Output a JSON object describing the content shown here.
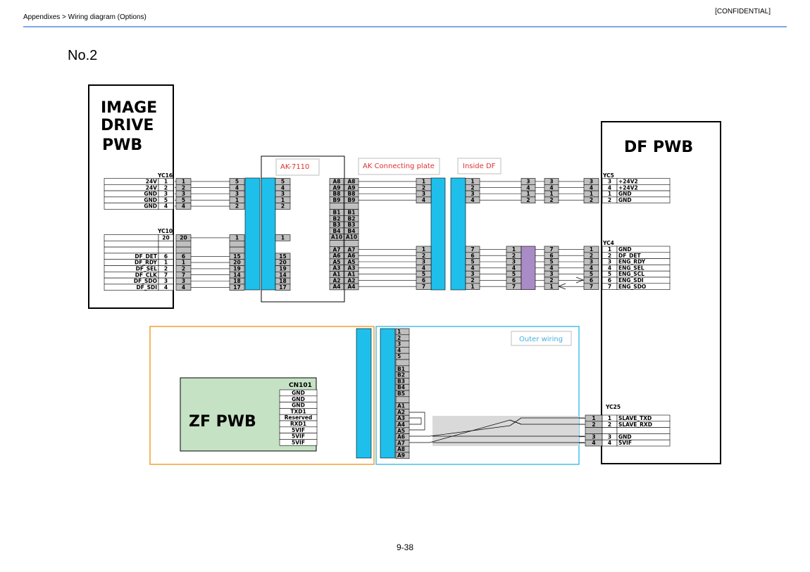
{
  "header": {
    "breadcrumb": "Appendixes > Wiring diagram (Options)",
    "confidential": "[CONFIDENTIAL]"
  },
  "page_label": "No.2",
  "page_number": "9-38",
  "colors": {
    "harness": "#1ec0eb",
    "pin": "#bfbfbf",
    "relay": "#a98cc6",
    "zf_fill": "#c6e2c4",
    "orange": "#f0a030",
    "cyan_border": "#45c0e8",
    "red_label": "#e03030",
    "outer_label": "#45b0e0",
    "rule": "#7fa7e6"
  },
  "diagram": {
    "image_drive": {
      "title_lines": [
        "IMAGE",
        "DRIVE",
        "PWB"
      ]
    },
    "df_pwb": {
      "title": "DF PWB"
    },
    "zf_pwb": {
      "title": "ZF PWB"
    },
    "tags": {
      "ak7110": "AK-7110",
      "akplate": "AK Connecting plate",
      "insidedf": "Inside DF",
      "outer": "Outer wiring"
    },
    "yc16": {
      "name": "YC16",
      "signals": [
        "24V",
        "24V",
        "GND",
        "GND",
        "GND"
      ],
      "pins": [
        "1",
        "2",
        "3",
        "5",
        "4"
      ],
      "relay1": [
        "1",
        "2",
        "3",
        "5",
        "4"
      ],
      "relay2": [
        "5",
        "4",
        "3",
        "1",
        "2"
      ]
    },
    "yc10": {
      "name": "YC10",
      "signals": [
        "",
        "",
        "",
        "DF_DET",
        "DF_RDY",
        "DF_SEL",
        "DF_CLK",
        "DF_SDO",
        "DF_SDI"
      ],
      "pins": [
        "20",
        "",
        "",
        "6",
        "1",
        "2",
        "7",
        "3",
        "4"
      ],
      "relay1": [
        "20",
        "",
        "",
        "6",
        "1",
        "2",
        "7",
        "3",
        "4"
      ],
      "relay2": [
        "1",
        "",
        "",
        "15",
        "20",
        "19",
        "14",
        "18",
        "17"
      ]
    },
    "ak7110": {
      "left_top": [
        "5",
        "4",
        "3",
        "1",
        "2"
      ],
      "left_mid": [
        "1"
      ],
      "left_bot": [
        "15",
        "20",
        "19",
        "14",
        "18",
        "17"
      ],
      "a_top": [
        "A8",
        "A9",
        "B8",
        "B9",
        "",
        "B1",
        "B2",
        "B3",
        "B4",
        "A10",
        "",
        "A7",
        "A6",
        "A5",
        "A3",
        "A1",
        "A2",
        "A4"
      ]
    },
    "akplate": {
      "top": [
        "1",
        "2",
        "3",
        "4"
      ],
      "bot": [
        "1",
        "2",
        "3",
        "4",
        "5",
        "6",
        "7"
      ]
    },
    "insidedf": {
      "top_in": [
        "1",
        "2",
        "3",
        "4"
      ],
      "top_c1": [
        "3",
        "4",
        "1",
        "2"
      ],
      "top_c2": [
        "3",
        "4",
        "1",
        "2"
      ],
      "top_c3": [
        "3",
        "4",
        "1",
        "2"
      ],
      "bot_in": [
        "7",
        "6",
        "5",
        "4",
        "3",
        "2",
        "1"
      ],
      "relay_l": [
        "1",
        "2",
        "3",
        "4",
        "5",
        "6",
        "7"
      ],
      "relay_r": [
        "7",
        "6",
        "5",
        "4",
        "3",
        "2",
        "1"
      ],
      "bot_c3": [
        "1",
        "2",
        "3",
        "4",
        "5",
        "6",
        "7"
      ]
    },
    "yc5": {
      "name": "YC5",
      "pins": [
        "3",
        "4",
        "1",
        "2"
      ],
      "signals": [
        "+24V2",
        "+24V2",
        "GND",
        "GND"
      ]
    },
    "yc4": {
      "name": "YC4",
      "pins": [
        "1",
        "2",
        "3",
        "4",
        "5",
        "6",
        "7"
      ],
      "signals": [
        "GND",
        "DF_DET",
        "ENG_RDY",
        "ENG_SEL",
        "ENG_SCL",
        "ENG_SDI",
        "ENG_SDO"
      ]
    },
    "cn101": {
      "name": "CN101",
      "signals": [
        "GND",
        "GND",
        "GND",
        "TXD1",
        "Reserved",
        "RXD1",
        "5VIF",
        "5VIF",
        "5VIF"
      ]
    },
    "zf_conn": {
      "pins": [
        "1",
        "2",
        "3",
        "4",
        "5",
        "",
        "B1",
        "B2",
        "B3",
        "B4",
        "B5",
        "",
        "A1",
        "A2",
        "A3",
        "A4",
        "A5",
        "A6",
        "A7",
        "A8",
        "A9"
      ]
    },
    "yc25": {
      "name": "YC25",
      "in_pins": [
        "1",
        "2",
        "",
        "3",
        "4"
      ],
      "pins": [
        "1",
        "2",
        "",
        "3",
        "4"
      ],
      "signals": [
        "SLAVE_TXD",
        "SLAVE_RXD",
        "",
        "GND",
        "5VIF"
      ]
    }
  }
}
